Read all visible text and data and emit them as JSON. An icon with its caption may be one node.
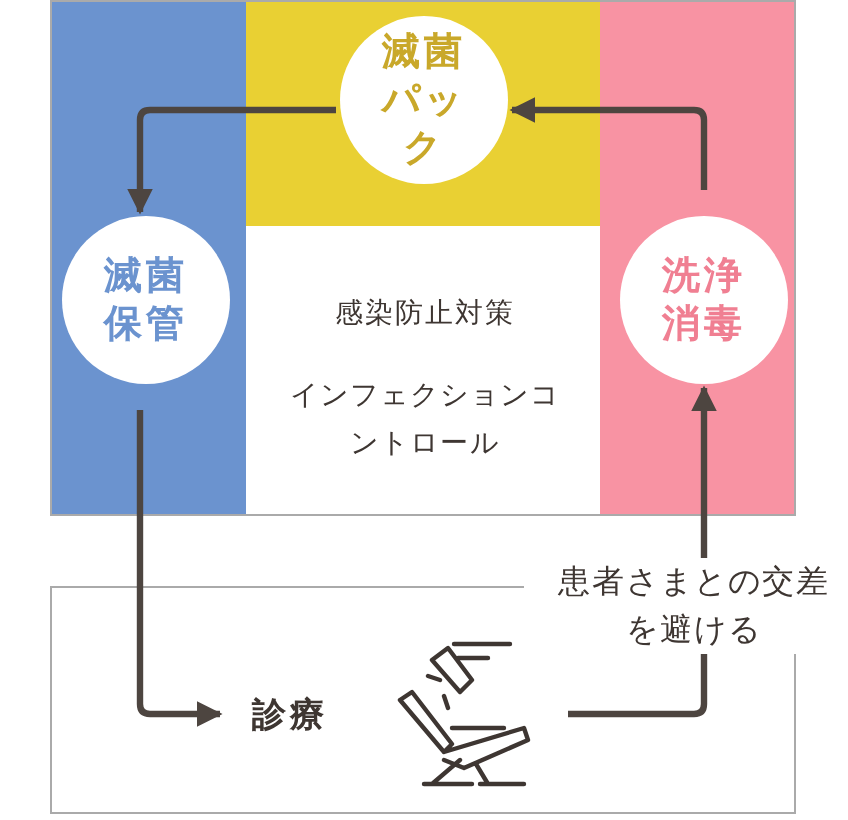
{
  "diagram": {
    "nodes": [
      {
        "text": [
          "滅菌パック"
        ]
      },
      {
        "text": [
          "滅菌保管"
        ]
      },
      {
        "text": [
          "洗浄消毒"
        ]
      },
      {
        "text": [
          "診療"
        ]
      }
    ],
    "edges": [
      {
        "from": 2,
        "to": 0,
        "arrow": "to"
      },
      {
        "from": 0,
        "to": 1,
        "arrow": "to"
      },
      {
        "from": 1,
        "to": 3,
        "arrow": "to"
      },
      {
        "from": 3,
        "to": 2,
        "arrow": "to",
        "label": "患者さまとの交差を避ける"
      }
    ],
    "labels": [
      "感染防止対策",
      "インフェクションコントロール"
    ]
  }
}
